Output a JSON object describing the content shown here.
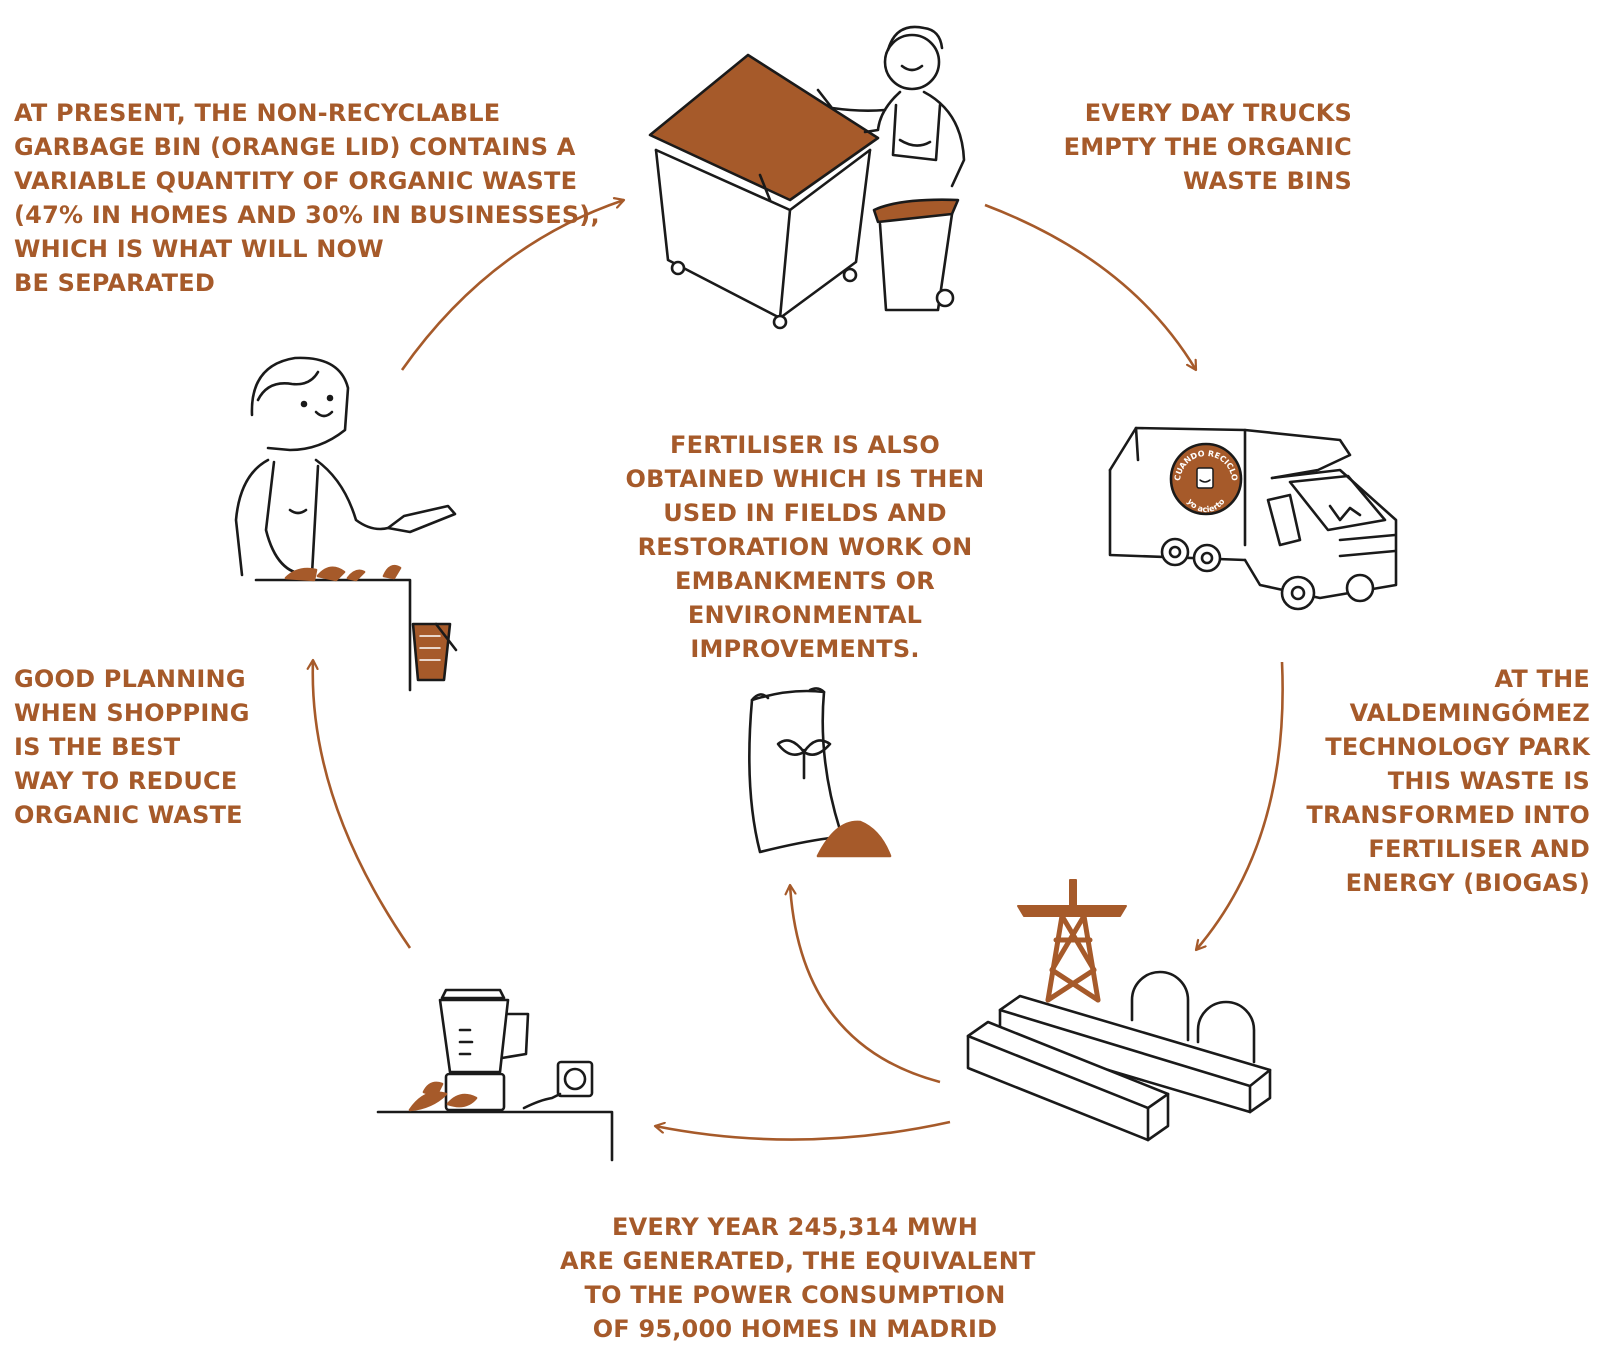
{
  "colors": {
    "accent": "#A65A2A",
    "ink": "#1a1a1a",
    "background": "#ffffff"
  },
  "captions": {
    "present_bin": [
      "AT PRESENT, THE NON-RECYCLABLE",
      "GARBAGE BIN (ORANGE LID) CONTAINS A",
      "VARIABLE QUANTITY OF ORGANIC WASTE",
      "(47% IN HOMES AND 30% IN BUSINESSES),",
      "WHICH IS WHAT WILL NOW",
      "BE SEPARATED"
    ],
    "trucks": [
      "EVERY DAY TRUCKS",
      "EMPTY THE ORGANIC",
      "WASTE BINS"
    ],
    "park": [
      "AT THE",
      "VALDEMINGÓMEZ",
      "TECHNOLOGY PARK",
      "THIS WASTE IS",
      "TRANSFORMED INTO",
      "FERTILISER AND",
      "ENERGY (BIOGAS)"
    ],
    "energy": [
      "EVERY YEAR 245,314 MWH",
      "ARE GENERATED, THE EQUIVALENT",
      "TO THE POWER CONSUMPTION",
      "OF 95,000 HOMES IN MADRID"
    ],
    "planning": [
      "GOOD PLANNING",
      "WHEN SHOPPING",
      "IS THE BEST",
      "WAY TO REDUCE",
      "ORGANIC WASTE"
    ],
    "fertiliser": [
      "FERTILISER IS ALSO",
      "OBTAINED WHICH IS THEN",
      "USED IN FIELDS AND",
      "RESTORATION WORK ON",
      "EMBANKMENTS OR",
      "ENVIRONMENTAL",
      "IMPROVEMENTS."
    ]
  },
  "truck_badge": {
    "top_text": "CUANDO RECICLO",
    "bottom_text": "yo acierto"
  }
}
